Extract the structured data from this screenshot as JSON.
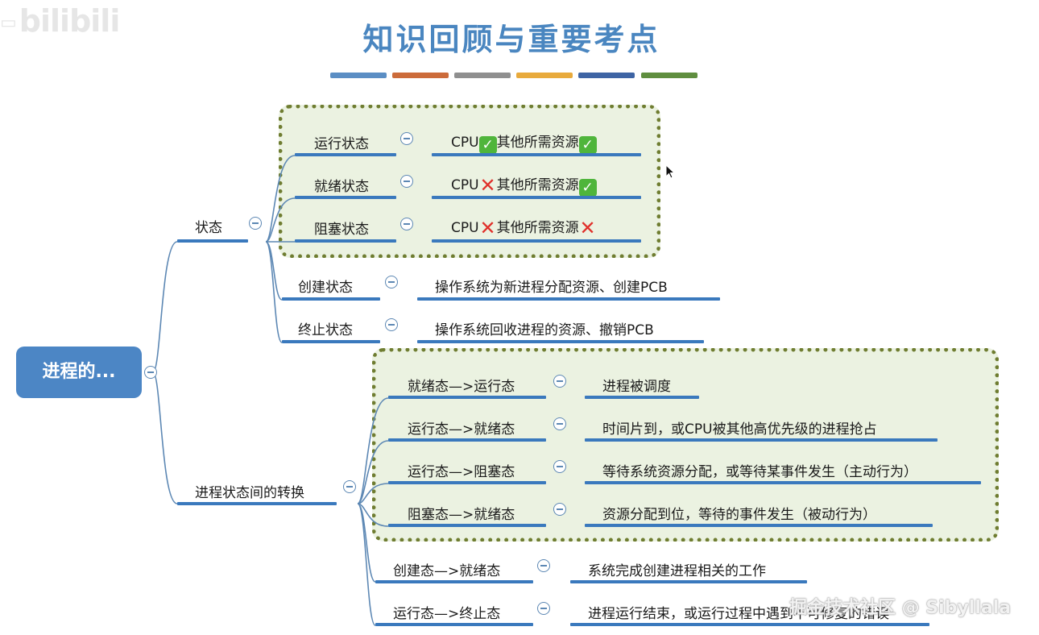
{
  "watermark_logo": "bilibili",
  "title": "知识回顾与重要考点",
  "title_bar_colors": [
    "#5b8ec4",
    "#cc6b3a",
    "#8f8f8f",
    "#e8aa3c",
    "#3e64a4",
    "#5f8e3f"
  ],
  "root": {
    "label": "进程的..."
  },
  "states_branch": {
    "label": "状态",
    "items": [
      {
        "state": "运行状态",
        "cpu": "CPU",
        "cpu_ok": true,
        "others": "其他所需资源",
        "others_ok": true
      },
      {
        "state": "就绪状态",
        "cpu": "CPU",
        "cpu_ok": false,
        "others": "其他所需资源",
        "others_ok": true
      },
      {
        "state": "阻塞状态",
        "cpu": "CPU",
        "cpu_ok": false,
        "others": "其他所需资源",
        "others_ok": false
      }
    ],
    "create": {
      "state": "创建状态",
      "desc": "操作系统为新进程分配资源、创建PCB"
    },
    "terminate": {
      "state": "终止状态",
      "desc": "操作系统回收进程的资源、撤销PCB"
    }
  },
  "transitions_branch": {
    "label": "进程状态间的转换",
    "items": [
      {
        "transition": "就绪态—>运行态",
        "desc": "进程被调度"
      },
      {
        "transition": "运行态—>就绪态",
        "desc": "时间片到，或CPU被其他高优先级的进程抢占"
      },
      {
        "transition": "运行态—>阻塞态",
        "desc": "等待系统资源分配，或等待某事件发生（主动行为）"
      },
      {
        "transition": "阻塞态—>就绪态",
        "desc": "资源分配到位，等待的事件发生（被动行为）"
      },
      {
        "transition": "创建态—>就绪态",
        "desc": "系统完成创建进程相关的工作"
      },
      {
        "transition": "运行态—>终止态",
        "desc": "进程运行结束，或运行过程中遇到不可修复的错误"
      }
    ]
  },
  "footer_watermark": "掘金技术社区 @ Sibyllala",
  "icons": {
    "ok": "check-icon",
    "fail": "cross-icon",
    "collapse": "collapse-minus-icon"
  }
}
